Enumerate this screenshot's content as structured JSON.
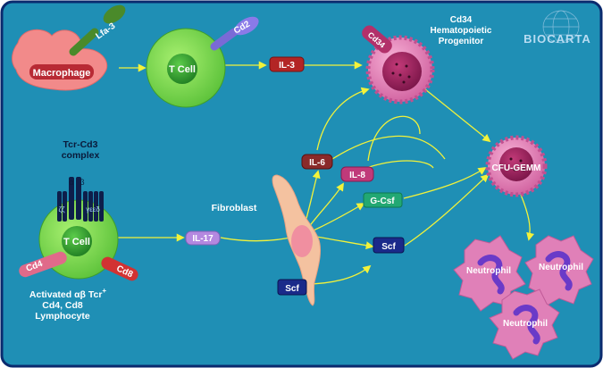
{
  "labels": {
    "macrophage": "Macrophage",
    "lfa3": "Lfa-3",
    "tcell_top": "T Cell",
    "cd2": "Cd2",
    "il3": "IL-3",
    "cd34_marker": "Cd34",
    "progenitor_line1": "Cd34",
    "progenitor_line2": "Hematopoietic",
    "progenitor_line3": "Progenitor",
    "biocarta": "BIOCARTA",
    "tcr_line1": "Tcr-Cd3",
    "tcr_line2": "complex",
    "alpha": "α",
    "beta": "β",
    "zeta": "ζζ",
    "gamma_eps": "γεεδ",
    "tcell_bottom": "T Cell",
    "cd4": "Cd4",
    "cd8": "Cd8",
    "activated_line1": "Activated αβ Tcr",
    "activated_plus": "+",
    "activated_line2": "Cd4, Cd8",
    "activated_line3": "Lymphocyte",
    "fibroblast": "Fibroblast",
    "il17": "IL-17",
    "il6": "IL-6",
    "il8": "IL-8",
    "gcsf": "G-Csf",
    "scf_left": "Scf",
    "scf_right": "Scf",
    "cfu_gemm": "CFU-GEMM",
    "neutrophil_1": "Neutrophil",
    "neutrophil_2": "Neutrophil",
    "neutrophil_3": "Neutrophil"
  },
  "colors": {
    "background": "#1f8fb5",
    "border": "#0a2a6e",
    "arrow": "#f2f23a",
    "macrophage": "#f28a8a",
    "tcell": "#7fd34a",
    "nucleus": "#2f9e2f",
    "progenitor": "#e070b0",
    "neutrophil": "#e080b8",
    "il3": "#b32525",
    "il6": "#8a2a2a",
    "il8": "#c03a7a",
    "gcsf": "#22a873",
    "scf": "#1a2a8a",
    "il17": "#b488e0",
    "fibroblast": "#f4c2a0"
  }
}
